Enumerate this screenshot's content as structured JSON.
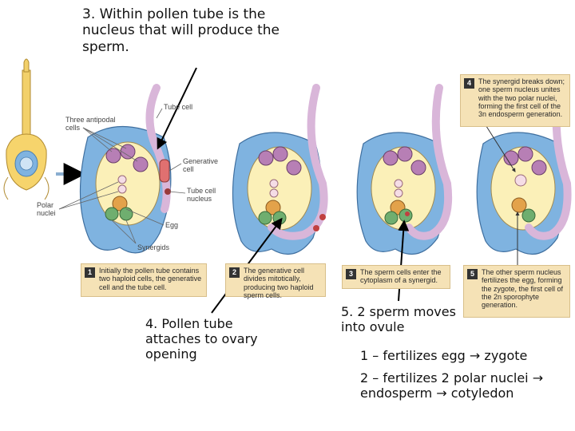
{
  "notes": {
    "step3": "3. Within pollen tube is the nucleus that will produce the sperm.",
    "step4": "4. Pollen tube attaches to ovary opening",
    "step5": "5. 2 sperm moves into ovule",
    "step5_1": "1 – fertilizes egg → zygote",
    "step5_2": "2 – fertilizes 2 polar nuclei → endosperm → cotyledon"
  },
  "labels": {
    "antipodal": "Three antipodal cells",
    "tube_cell": "Tube cell",
    "generative": "Generative cell",
    "tube_nucleus": "Tube cell nucleus",
    "polar": "Polar nuclei",
    "egg": "Egg",
    "synergids": "Synergids"
  },
  "captions": [
    {
      "num": "1",
      "text": "Initially the pollen tube contains two haploid cells, the generative cell and the tube cell."
    },
    {
      "num": "2",
      "text": "The generative cell divides mitotically, producing two haploid sperm cells."
    },
    {
      "num": "3",
      "text": "The sperm cells enter the cytoplasm of a synergid."
    },
    {
      "num": "4",
      "text": "The synergid breaks down; one sperm nucleus unites with the two polar nuclei, forming the first cell of the 3n endosperm generation."
    },
    {
      "num": "5",
      "text": "The other sperm nucleus fertilizes the egg, forming the zygote, the first cell of the 2n sporophyte generation."
    }
  ],
  "colors": {
    "integument": "#7fb3e0",
    "embryo_sac": "#fbf0b8",
    "antipodal": "#b77fb5",
    "tube": "#d9b6d9",
    "egg": "#e3a24a",
    "synergid": "#6fae6f",
    "caption_bg": "#f5e2b6"
  }
}
